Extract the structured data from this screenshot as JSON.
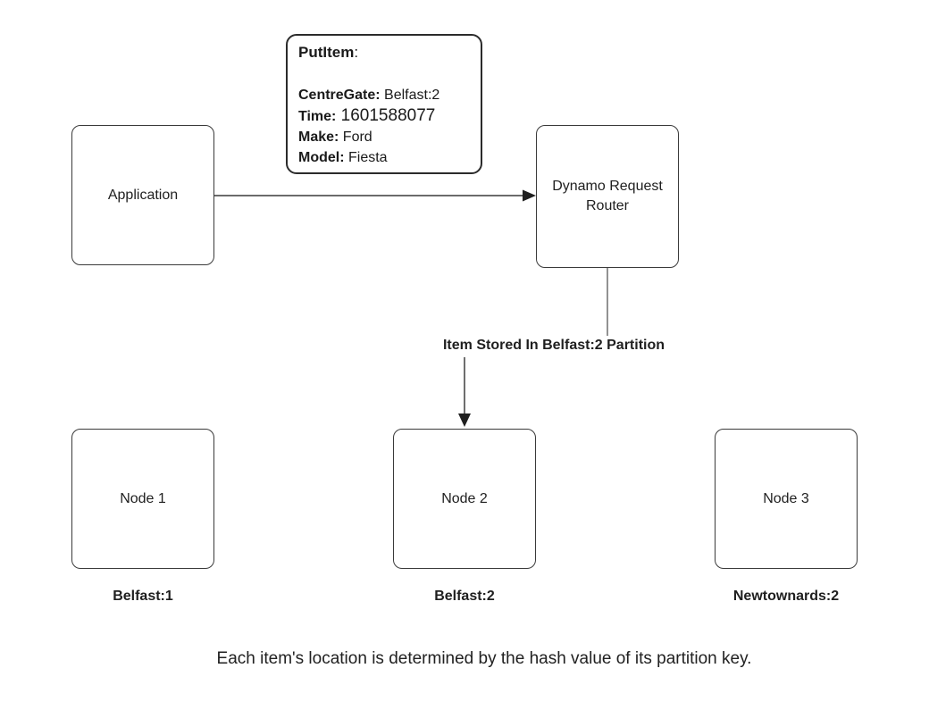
{
  "diagram": {
    "put_item_note": {
      "title": "PutItem",
      "title_suffix": ":",
      "fields": [
        {
          "label": "CentreGate:",
          "value": " Belfast:2"
        },
        {
          "label": "Time:",
          "value": " 1601588077"
        },
        {
          "label": "Make:",
          "value": " Ford"
        },
        {
          "label": "Model:",
          "value": " Fiesta"
        }
      ]
    },
    "application_box": {
      "label": "Application"
    },
    "router_box": {
      "label": "Dynamo Request Router"
    },
    "partition_route_label": "Item Stored In Belfast:2 Partition",
    "nodes": [
      {
        "label": "Node 1",
        "partition": "Belfast:1"
      },
      {
        "label": "Node 2",
        "partition": "Belfast:2"
      },
      {
        "label": "Node 3",
        "partition": "Newtownards:2"
      }
    ],
    "caption": "Each item's location is determined by the hash value of its partition key.",
    "colors": {
      "line": "#3a3a3a",
      "arrowhead": "#1f1f1f",
      "text": "#1a1a1a",
      "background": "#ffffff"
    }
  }
}
